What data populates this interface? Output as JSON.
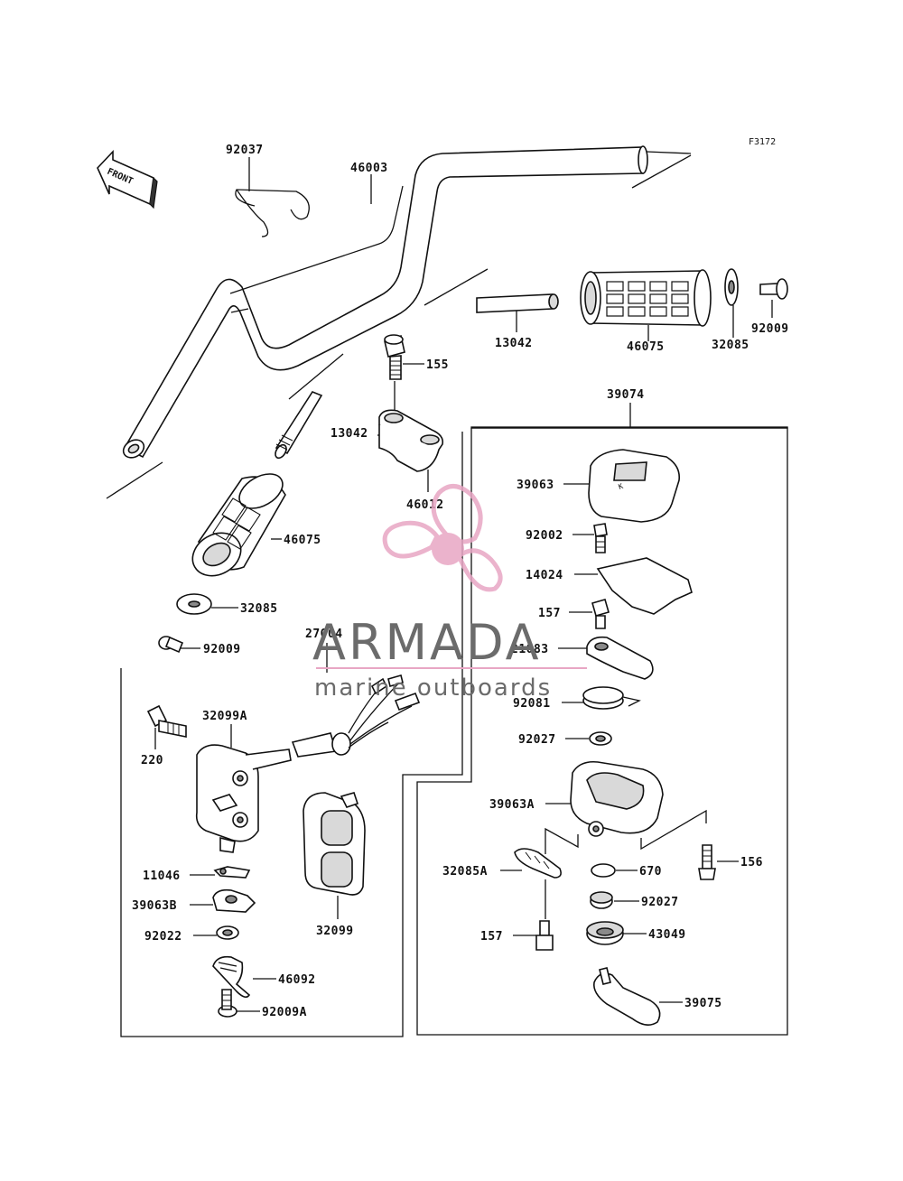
{
  "figure_code": "F3172",
  "front_label": "FRONT",
  "parts": {
    "p92037": "92037",
    "p46003": "46003",
    "p13042a": "13042",
    "p46075a": "46075",
    "p32085a": "32085",
    "p92009a": "92009",
    "p155": "155",
    "p13042b": "13042",
    "p46012": "46012",
    "p39074": "39074",
    "p46075b": "46075",
    "p32085b": "32085",
    "p92009b": "92009",
    "p27004": "27004",
    "p32099A": "32099A",
    "p220": "220",
    "p11046": "11046",
    "p39063B": "39063B",
    "p92022": "92022",
    "p46092": "46092",
    "p92009A": "92009A",
    "p32099": "32099",
    "p39063": "39063",
    "p92002": "92002",
    "p14024": "14024",
    "p157a": "157",
    "p21083": "21083",
    "p92081": "92081",
    "p92027a": "92027",
    "p39063A": "39063A",
    "p156": "156",
    "p32085A": "32085A",
    "p670": "670",
    "p92027b": "92027",
    "p157b": "157",
    "p43049": "43049",
    "p39075": "39075"
  },
  "watermark": {
    "brand": "ARMADA",
    "tagline": "marine outboards"
  },
  "colors": {
    "line": "#111111",
    "watermark_logo": "#e8a6c4",
    "watermark_text": "#6b6b6b"
  }
}
